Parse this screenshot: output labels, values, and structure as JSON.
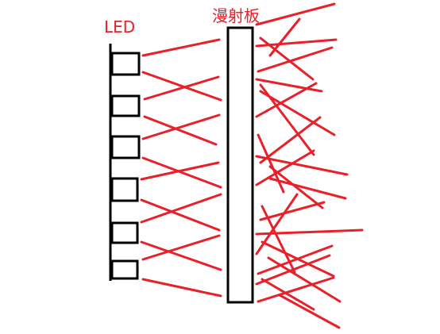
{
  "labels": {
    "led": "LED",
    "diffuser": "漫射板"
  },
  "colors": {
    "label": "#e8202a",
    "ray": "#e8202a",
    "outline": "#000000",
    "background": "#ffffff"
  },
  "led_count": 6,
  "diffuser_count": 1
}
